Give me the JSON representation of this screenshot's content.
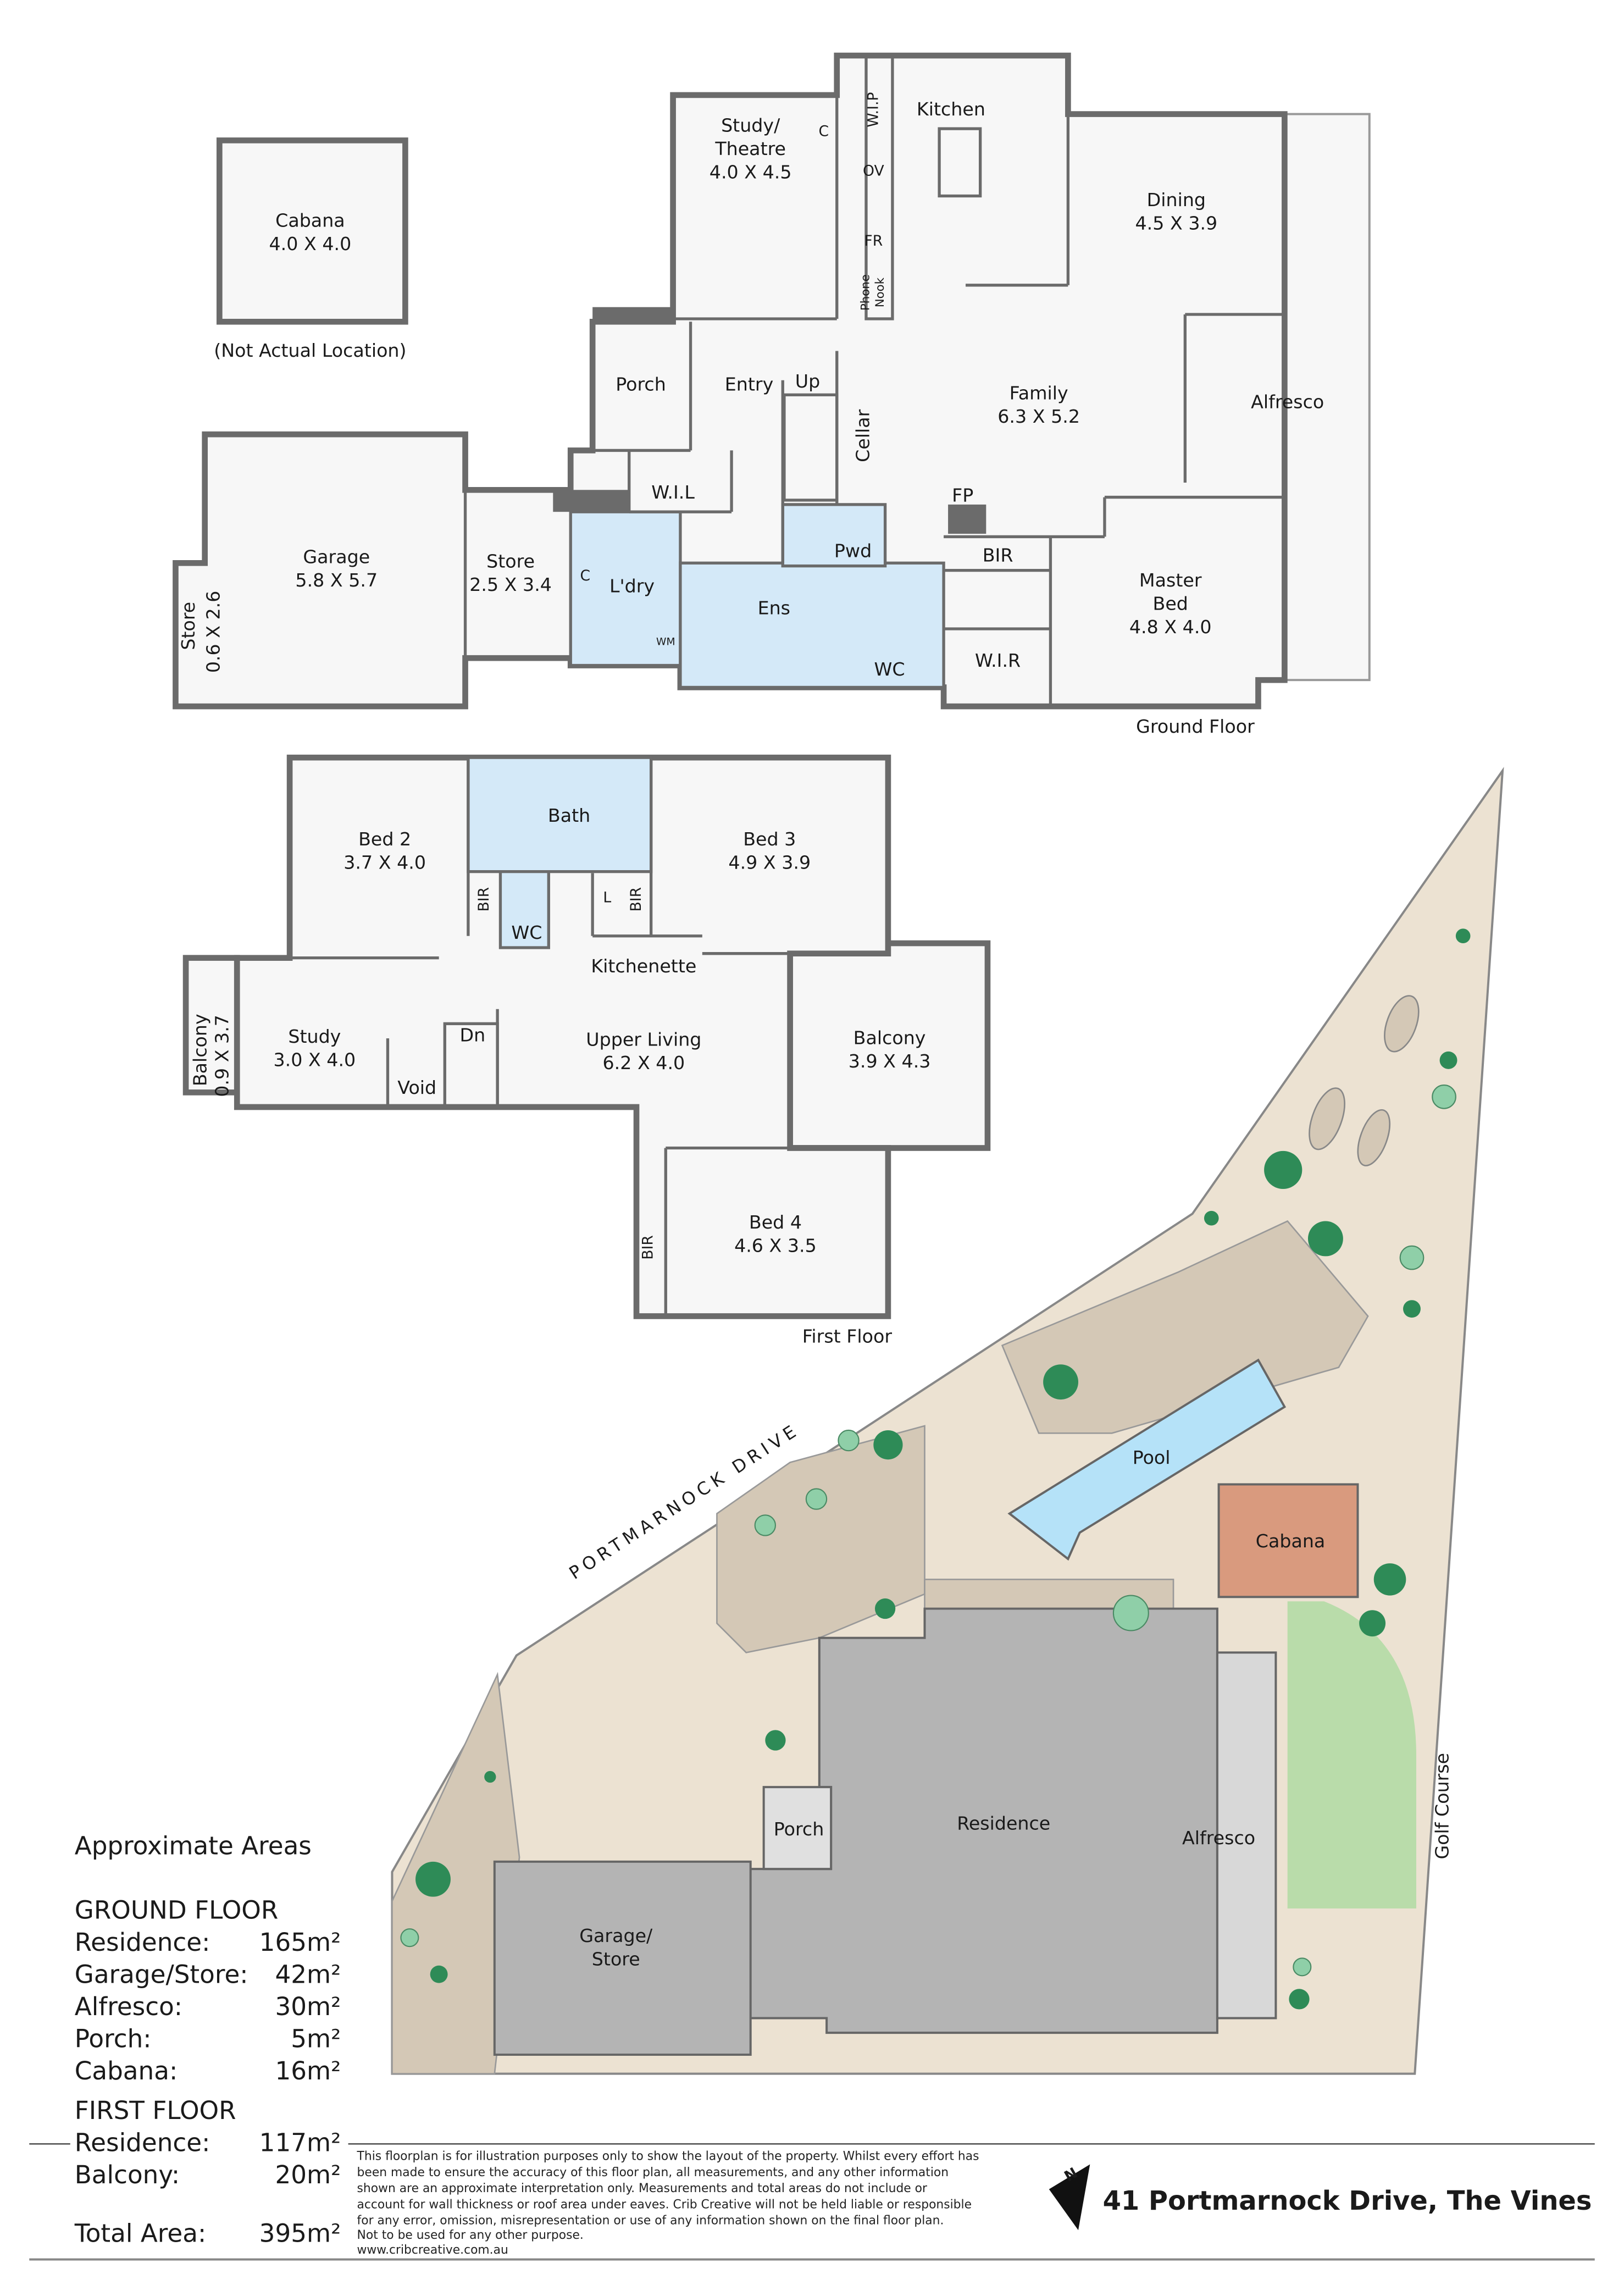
{
  "cabana_plan": {
    "name": "Cabana",
    "dims": "4.0 X 4.0",
    "note": "(Not Actual Location)"
  },
  "ground_floor": {
    "label": "Ground Floor",
    "rooms": [
      {
        "name": "Study/",
        "name2": "Theatre",
        "dims": "4.0 X 4.5"
      },
      {
        "name": "Kitchen"
      },
      {
        "name": "Dining",
        "dims": "4.5 X 3.9"
      },
      {
        "name": "Alfresco"
      },
      {
        "name": "Family",
        "dims": "6.3 X 5.2"
      },
      {
        "name": "Porch"
      },
      {
        "name": "Entry"
      },
      {
        "name": "Up"
      },
      {
        "name": "Cellar"
      },
      {
        "name": "Garage",
        "dims": "5.8 X 5.7"
      },
      {
        "name": "Store",
        "dims": "2.5 X 3.4"
      },
      {
        "name": "Store",
        "dims": "0.6 X 2.6"
      },
      {
        "name": "W.I.L"
      },
      {
        "name": "L'dry"
      },
      {
        "name": "Ens"
      },
      {
        "name": "Pwd"
      },
      {
        "name": "WC"
      },
      {
        "name": "W.I.R"
      },
      {
        "name": "BIR"
      },
      {
        "name": "FP"
      },
      {
        "name": "Master",
        "name2": "Bed",
        "dims": "4.8 X 4.0"
      },
      {
        "name": "W.I.P"
      },
      {
        "name": "OV"
      },
      {
        "name": "FR"
      },
      {
        "name": "Phone",
        "name2": "Nook"
      },
      {
        "name": "C"
      },
      {
        "name": "WM"
      }
    ]
  },
  "first_floor": {
    "label": "First Floor",
    "rooms": [
      {
        "name": "Bed 2",
        "dims": "3.7 X 4.0"
      },
      {
        "name": "Bath"
      },
      {
        "name": "Bed 3",
        "dims": "4.9 X 3.9"
      },
      {
        "name": "BIR"
      },
      {
        "name": "WC"
      },
      {
        "name": "L"
      },
      {
        "name": "Kitchenette"
      },
      {
        "name": "Balcony",
        "dims": "0.9 X 3.7"
      },
      {
        "name": "Study",
        "dims": "3.0 X 4.0"
      },
      {
        "name": "Dn"
      },
      {
        "name": "Void"
      },
      {
        "name": "Upper Living",
        "dims": "6.2 X 4.0"
      },
      {
        "name": "Balcony",
        "dims": "3.9 X 4.3"
      },
      {
        "name": "Bed 4",
        "dims": "4.6 X 3.5"
      }
    ]
  },
  "site_plan": {
    "street": "PORTMARNOCK DRIVE",
    "golf": "Golf Course",
    "pool": "Pool",
    "cabana": "Cabana",
    "residence": "Residence",
    "alfresco": "Alfresco",
    "porch": "Porch",
    "garage": "Garage/",
    "garage2": "Store",
    "colors": {
      "land": "#ece2d2",
      "building": "#b4b4b4",
      "pool": "#b5e2f8",
      "cabana": "#d99a7e",
      "lawn": "#b9dcaa",
      "tree": "#2e8b57"
    }
  },
  "areas": {
    "title": "Approximate Areas",
    "ground_heading": "GROUND FLOOR",
    "ground": [
      {
        "label": "Residence:",
        "value": "165m²"
      },
      {
        "label": "Garage/Store:",
        "value": "42m²"
      },
      {
        "label": "Alfresco:",
        "value": "30m²"
      },
      {
        "label": "Porch:",
        "value": "5m²"
      },
      {
        "label": "Cabana:",
        "value": "16m²"
      }
    ],
    "first_heading": "FIRST FLOOR",
    "first": [
      {
        "label": "Residence:",
        "value": "117m²"
      },
      {
        "label": "Balcony:",
        "value": "20m²"
      }
    ],
    "total_label": "Total Area:",
    "total_value": "395m²"
  },
  "disclaimer": [
    "This floorplan is for illustration purposes only to show the layout of the property. Whilst every effort has",
    "been made to ensure the accuracy of this floor plan, all measurements, and any other information",
    "shown are an approximate interpretation only. Measurements and total areas do not include or",
    "account for wall thickness or roof area under eaves. Crib Creative will not be held liable or responsible",
    "for any error, omission, misrepresentation or use of any information shown on the final floor plan.",
    "Not to be used for any other purpose.",
    "www.cribcreative.com.au"
  ],
  "address": "41 Portmarnock Drive, The Vines"
}
